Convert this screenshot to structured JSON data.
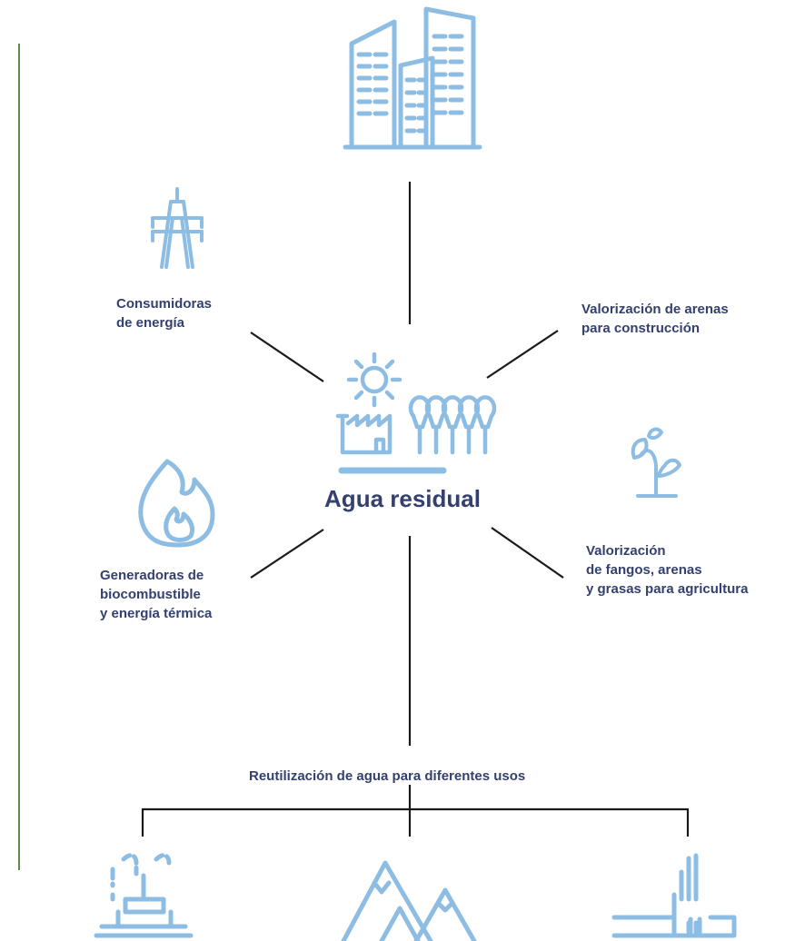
{
  "center": {
    "label": "Agua residual"
  },
  "nodes": {
    "energy_consumers": "Consumidoras\nde energía",
    "sand_construction": "Valorización de arenas\npara construcción",
    "biofuel_generators": "Generadoras de\nbiocombustible\ny energía térmica",
    "sludge_agriculture": "Valorización\nde fangos, arenas\ny grasas para agricultura",
    "water_reuse": "Reutilización de agua para diferentes usos"
  },
  "colors": {
    "text": "#34406f",
    "icon": "#8dbde3",
    "lines": "#1a1a1a",
    "side_rule": "#5f8b4c"
  },
  "icons": [
    "buildings-icon",
    "power-tower-icon",
    "sun-factory-trees-icon",
    "sprout-icon",
    "flame-icon",
    "fountain-icon",
    "mountains-icon",
    "industry-icon"
  ]
}
